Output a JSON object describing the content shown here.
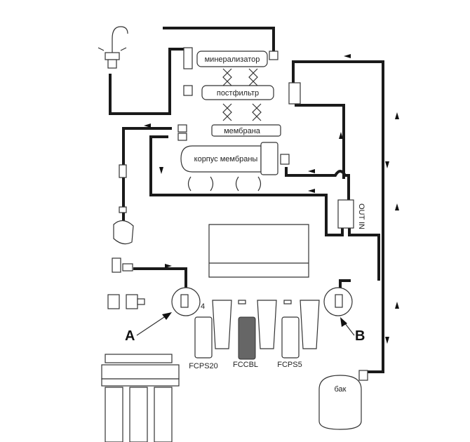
{
  "diagram": {
    "components": {
      "mineralizer": "минерализатор",
      "postfilter": "постфильтр",
      "membrane": "мембрана",
      "membrane_housing": "корпус мембраны",
      "tank": "бак"
    },
    "cartridges": [
      "FCPS20",
      "FCCBL",
      "FCPS5"
    ],
    "housing_number": "4",
    "callouts": {
      "a": "A",
      "b": "B"
    },
    "flow_restrictor": {
      "out": "OUT",
      "in": "IN"
    }
  }
}
